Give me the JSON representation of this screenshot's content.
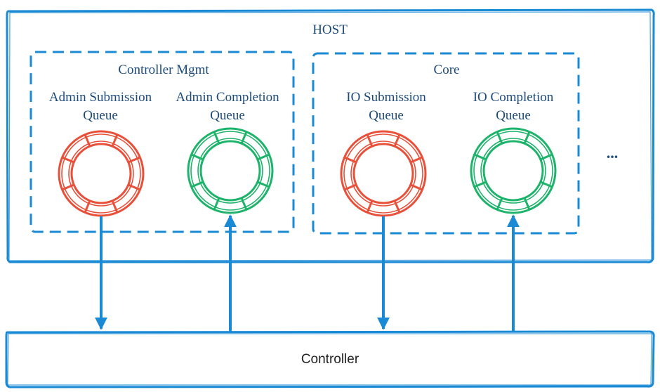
{
  "host": {
    "label": "HOST"
  },
  "groups": [
    {
      "label": "Controller Mgmt",
      "queues": [
        {
          "line1": "Admin Submission",
          "line2": "Queue",
          "kind": "submission"
        },
        {
          "line1": "Admin Completion",
          "line2": "Queue",
          "kind": "completion"
        }
      ]
    },
    {
      "label": "Core",
      "queues": [
        {
          "line1": "IO Submission",
          "line2": "Queue",
          "kind": "submission"
        },
        {
          "line1": "IO Completion",
          "line2": "Queue",
          "kind": "completion"
        }
      ]
    }
  ],
  "ellipsis": "...",
  "controller": {
    "label": "Controller"
  },
  "colors": {
    "frame": "#1a8ad4",
    "arrow": "#1a8ad4",
    "submission_ring": "#e8503a",
    "completion_ring": "#1db36a",
    "text": "#1c4a7a",
    "controller_text": "#222222"
  }
}
